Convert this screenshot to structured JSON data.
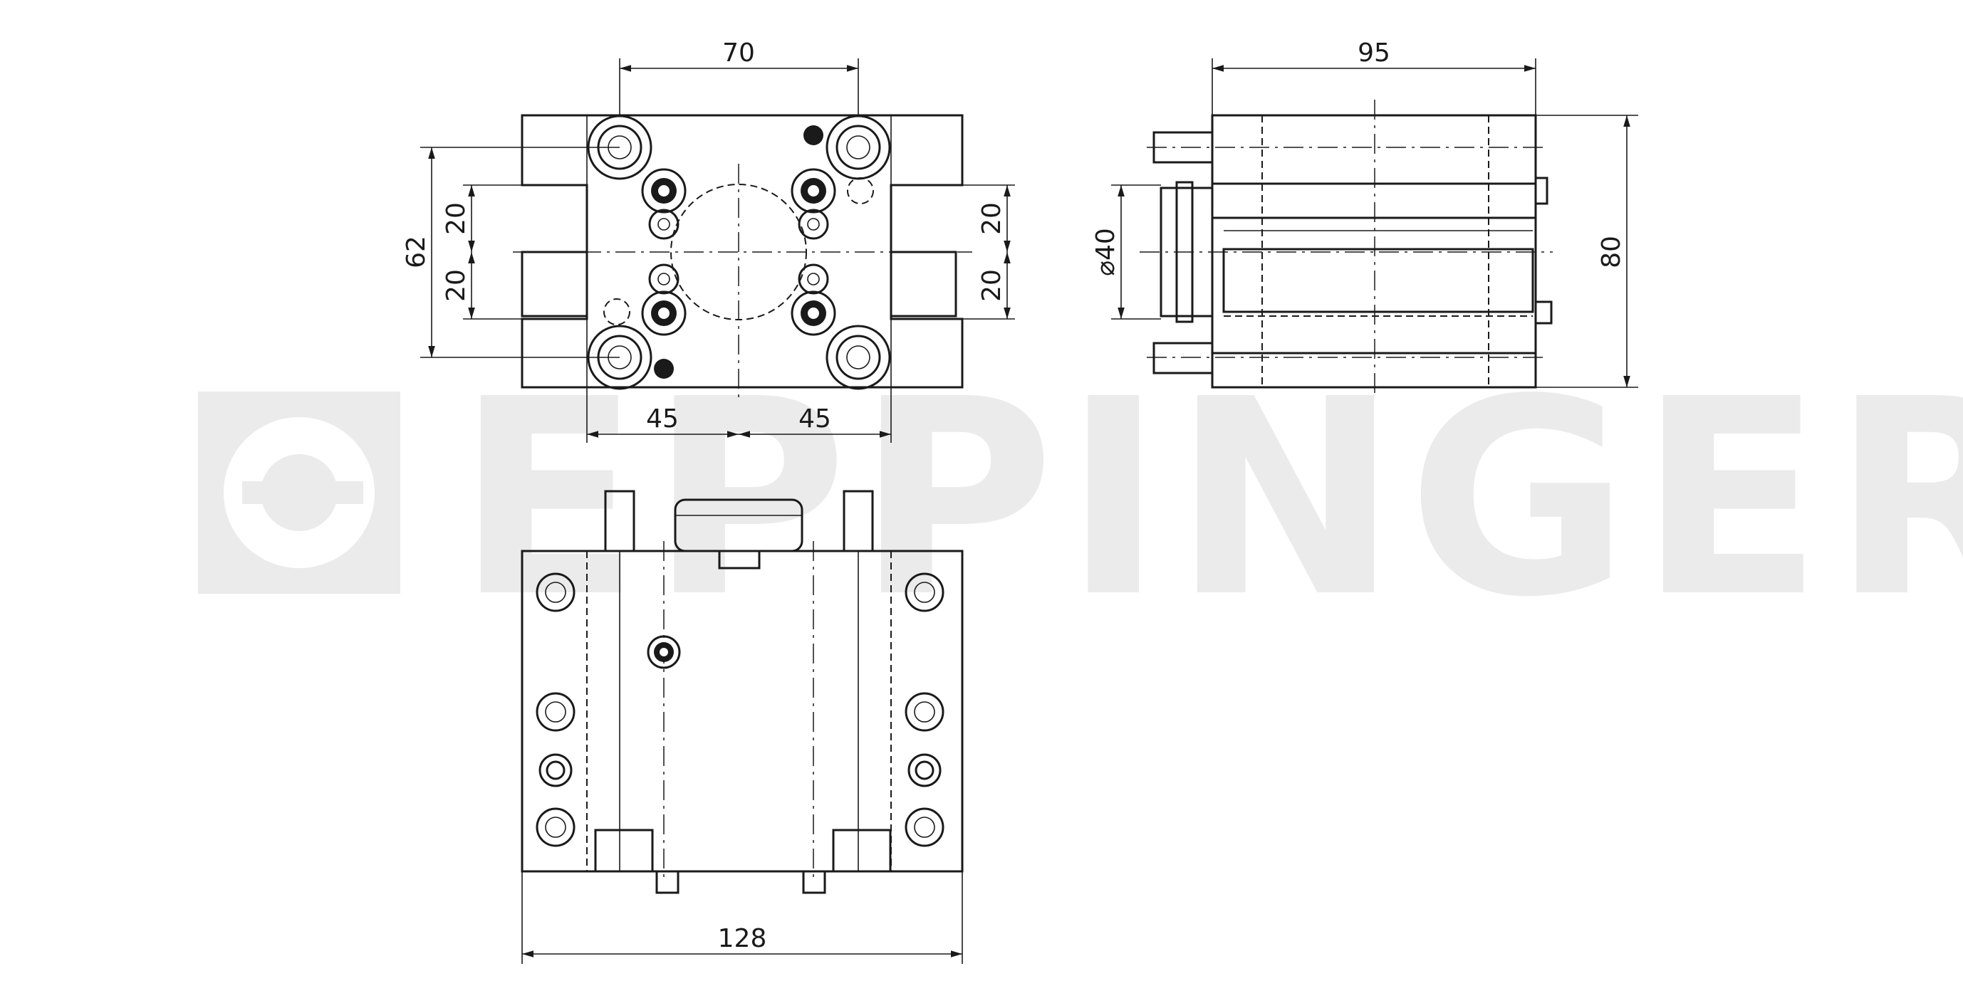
{
  "watermark": {
    "brand": "EPPINGER",
    "color": "#ebebeb"
  },
  "dimensions": {
    "front_top_width": "70",
    "front_height": "62",
    "left_upper_pitch": "20",
    "left_lower_pitch": "20",
    "right_upper_pitch": "20",
    "right_lower_pitch": "20",
    "bottom_left_offset": "45",
    "bottom_right_offset": "45",
    "side_width": "95",
    "side_height": "80",
    "shank_diameter": "⌀40",
    "plan_width": "128"
  },
  "colors": {
    "line": "#1a1a1a",
    "background": "#ffffff"
  }
}
